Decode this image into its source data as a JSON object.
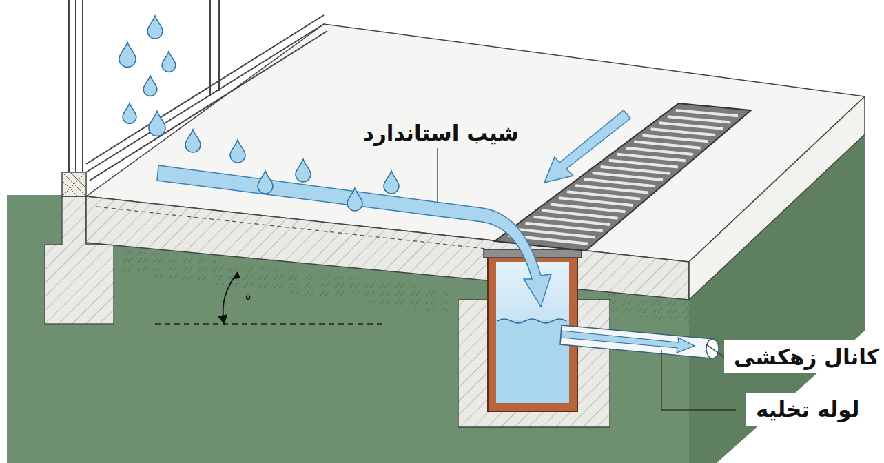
{
  "diagram": {
    "labels": [
      "شیب استاندارد",
      "°",
      "کانال زهکشی",
      "لوله تخلیه"
    ]
  }
}
